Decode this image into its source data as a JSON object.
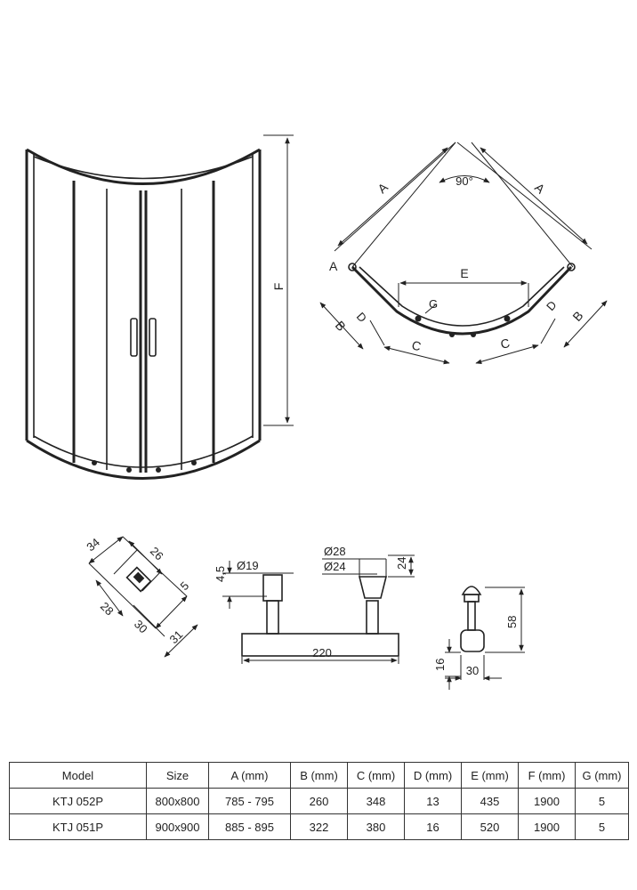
{
  "diagram": {
    "front_view": {
      "height_label": "F"
    },
    "plan_view": {
      "corner_label": "A",
      "side_labels": [
        "A",
        "A"
      ],
      "angle_label": "90°",
      "opening_label": "E",
      "offset_labels": [
        "B",
        "B"
      ],
      "depth_labels": [
        "D",
        "D"
      ],
      "curve_labels": [
        "C",
        "C"
      ],
      "gap_label": "G"
    },
    "profile_detail": [
      "34",
      "26",
      "28",
      "5",
      "30",
      "31"
    ],
    "handle_detail": {
      "bar_length": "220",
      "thickness": "4,5",
      "post_diameter": "Ø19",
      "knob_outer": "Ø28",
      "knob_inner": "Ø24",
      "knob_height": "24"
    },
    "roller_detail": {
      "height": "58",
      "base": "16",
      "width": "30"
    }
  },
  "table": {
    "headers": [
      "Model",
      "Size",
      "A (mm)",
      "B (mm)",
      "C (mm)",
      "D (mm)",
      "E (mm)",
      "F (mm)",
      "G (mm)"
    ],
    "rows": [
      [
        "KTJ 052P",
        "800x800",
        "785 - 795",
        "260",
        "348",
        "13",
        "435",
        "1900",
        "5"
      ],
      [
        "KTJ 051P",
        "900x900",
        "885 - 895",
        "322",
        "380",
        "16",
        "520",
        "1900",
        "5"
      ]
    ]
  }
}
